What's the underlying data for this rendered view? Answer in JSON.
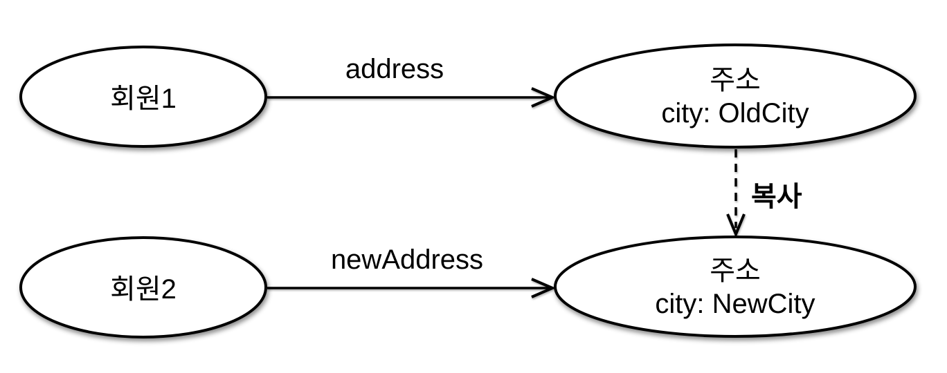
{
  "colors": {
    "background": "#ffffff",
    "node_fill": "#ffffff",
    "stroke": "#000000",
    "text": "#000000"
  },
  "nodes": {
    "member1": {
      "label": "회원1"
    },
    "member2": {
      "label": "회원2"
    },
    "address_old": {
      "title": "주소",
      "detail": "city: OldCity"
    },
    "address_new": {
      "title": "주소",
      "detail": "city: NewCity"
    }
  },
  "edges": {
    "address": {
      "label": "address",
      "style": "solid"
    },
    "new_address": {
      "label": "newAddress",
      "style": "solid"
    },
    "copy": {
      "label": "복사",
      "style": "dashed"
    }
  }
}
